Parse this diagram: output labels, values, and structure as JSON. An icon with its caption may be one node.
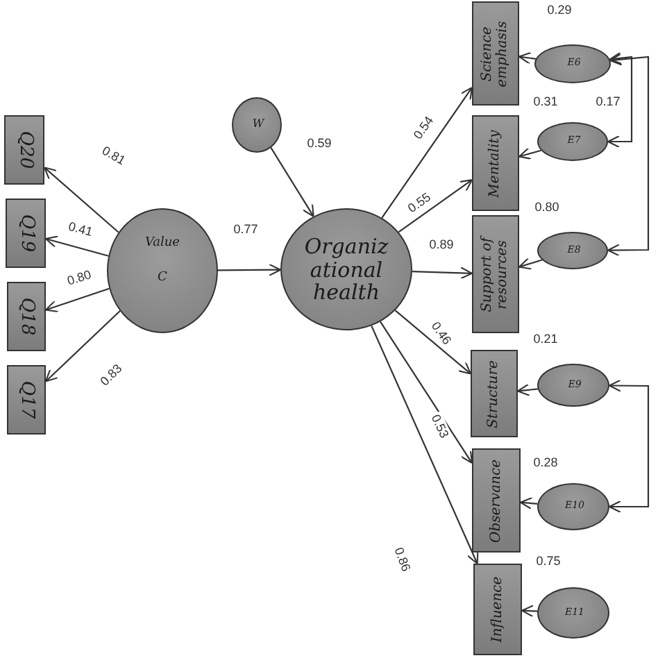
{
  "diagram": {
    "nodes": [
      {
        "text": [
          "Q20"
        ]
      },
      {
        "text": [
          "Q19"
        ]
      },
      {
        "text": [
          "Q18"
        ]
      },
      {
        "text": [
          "Q17"
        ]
      },
      {
        "text": [
          "Value",
          "C"
        ]
      },
      {
        "text": [
          "W"
        ]
      },
      {
        "text": [
          "Organiz ational health"
        ]
      },
      {
        "text": [
          "Science emphasis"
        ]
      },
      {
        "text": [
          "E6"
        ]
      },
      {
        "text": [
          "Mentality"
        ]
      },
      {
        "text": [
          "E7"
        ]
      },
      {
        "text": [
          "Support of resources"
        ]
      },
      {
        "text": [
          "E8"
        ]
      },
      {
        "text": [
          "Structure"
        ]
      },
      {
        "text": [
          "E9"
        ]
      },
      {
        "text": [
          "Observance"
        ]
      },
      {
        "text": [
          "E10"
        ]
      },
      {
        "text": [
          "Influence"
        ]
      },
      {
        "text": [
          "E11"
        ]
      }
    ],
    "edges": [
      {
        "from": 4,
        "to": 0,
        "arrow": "to",
        "label": "0.81"
      },
      {
        "from": 4,
        "to": 1,
        "arrow": "to",
        "label": "0.41"
      },
      {
        "from": 4,
        "to": 2,
        "arrow": "to",
        "label": "0.80"
      },
      {
        "from": 4,
        "to": 3,
        "arrow": "to",
        "label": "0.83"
      },
      {
        "from": 4,
        "to": 6,
        "arrow": "to",
        "label": "0.77"
      },
      {
        "from": 5,
        "to": 6,
        "arrow": "to"
      },
      {
        "from": 6,
        "to": 7,
        "arrow": "to",
        "label": "0.54"
      },
      {
        "from": 6,
        "to": 9,
        "arrow": "to",
        "label": "0.55"
      },
      {
        "from": 6,
        "to": 11,
        "arrow": "to",
        "label": "0.89"
      },
      {
        "from": 6,
        "to": 13,
        "arrow": "to",
        "label": "0.46"
      },
      {
        "from": 6,
        "to": 15,
        "arrow": "to",
        "label": "0.53"
      },
      {
        "from": 6,
        "to": 17,
        "arrow": "to",
        "label": "0.86"
      },
      {
        "from": 8,
        "to": 7,
        "arrow": "to"
      },
      {
        "from": 10,
        "to": 9,
        "arrow": "to"
      },
      {
        "from": 12,
        "to": 11,
        "arrow": "to"
      },
      {
        "from": 14,
        "to": 13,
        "arrow": "to"
      },
      {
        "from": 16,
        "to": 15,
        "arrow": "to"
      },
      {
        "from": 18,
        "to": 17,
        "arrow": "to"
      },
      {
        "from": 8,
        "to": 10,
        "arrow": "both"
      },
      {
        "from": 8,
        "to": 12,
        "arrow": "both"
      },
      {
        "from": 14,
        "to": 16,
        "arrow": "both"
      }
    ],
    "labels": [
      "0.59",
      "0.29",
      "0.31",
      "0.17",
      "0.80",
      "0.21",
      "0.28",
      "0.75"
    ]
  }
}
